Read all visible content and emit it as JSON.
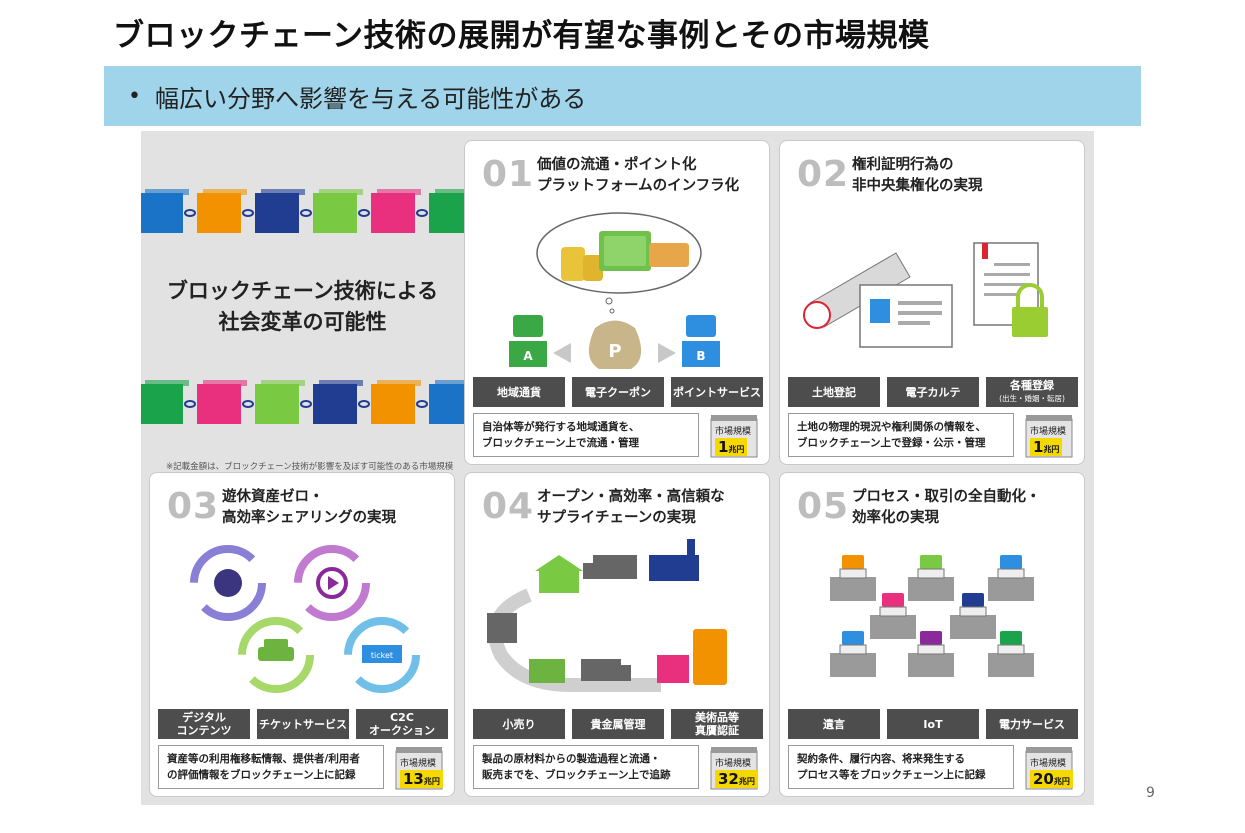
{
  "slide": {
    "title": "ブロックチェーン技術の展開が有望な事例とその市場規模",
    "subtitle_bullet": "•",
    "subtitle": "幅広い分野へ影響を与える可能性がある",
    "page_number": "9"
  },
  "intro": {
    "title_line1": "ブロックチェーン技術による",
    "title_line2": "社会変革の可能性",
    "footnote": "※記載金額は、ブロックチェーン技術が影響を及ぼす可能性のある市場規模",
    "chain_colors_top": [
      "#1a73c7",
      "#f39200",
      "#203d92",
      "#7ac943",
      "#e8307f",
      "#1aa34a"
    ],
    "chain_colors_bottom": [
      "#1aa34a",
      "#e8307f",
      "#7ac943",
      "#203d92",
      "#f39200",
      "#1a73c7"
    ]
  },
  "market_label": "市場規模",
  "market_unit": "兆円",
  "cards": [
    {
      "num": "01",
      "title_line1": "価値の流通・ポイント化",
      "title_line2": "プラットフォームのインフラ化",
      "tags": [
        {
          "label": "地域通貨",
          "sub": ""
        },
        {
          "label": "電子クーポン",
          "sub": ""
        },
        {
          "label": "ポイントサービス",
          "sub": ""
        }
      ],
      "desc_line1": "自治体等が発行する地域通貨を、",
      "desc_line2": "ブロックチェーン上で流通・管理",
      "market_value": "1",
      "art_labels": {
        "a": "A",
        "b": "B",
        "p": "P"
      }
    },
    {
      "num": "02",
      "title_line1": "権利証明行為の",
      "title_line2": "非中央集権化の実現",
      "tags": [
        {
          "label": "土地登記",
          "sub": ""
        },
        {
          "label": "電子カルテ",
          "sub": ""
        },
        {
          "label": "各種登録",
          "sub": "(出生・婚姻・転居)"
        }
      ],
      "desc_line1": "土地の物理的現況や権利関係の情報を、",
      "desc_line2": "ブロックチェーン上で登録・公示・管理",
      "market_value": "1"
    },
    {
      "num": "03",
      "title_line1": "遊休資産ゼロ・",
      "title_line2": "高効率シェアリングの実現",
      "tags": [
        {
          "label": "デジタル\nコンテンツ",
          "sub": ""
        },
        {
          "label": "チケットサービス",
          "sub": ""
        },
        {
          "label": "C2C\nオークション",
          "sub": ""
        }
      ],
      "desc_line1": "資産等の利用権移転情報、提供者/利用者",
      "desc_line2": "の評価情報をブロックチェーン上に記録",
      "market_value": "13",
      "art_labels": {
        "ticket": "ticket"
      }
    },
    {
      "num": "04",
      "title_line1": "オープン・高効率・高信頼な",
      "title_line2": "サプライチェーンの実現",
      "tags": [
        {
          "label": "小売り",
          "sub": ""
        },
        {
          "label": "貴金属管理",
          "sub": ""
        },
        {
          "label": "美術品等\n真贋認証",
          "sub": ""
        }
      ],
      "desc_line1": "製品の原材料からの製造過程と流通・",
      "desc_line2": "販売までを、ブロックチェーン上で追跡",
      "market_value": "32"
    },
    {
      "num": "05",
      "title_line1": "プロセス・取引の全自動化・",
      "title_line2": "効率化の実現",
      "tags": [
        {
          "label": "遺言",
          "sub": ""
        },
        {
          "label": "IoT",
          "sub": ""
        },
        {
          "label": "電力サービス",
          "sub": ""
        }
      ],
      "desc_line1": "契約条件、履行内容、将来発生する",
      "desc_line2": "プロセス等をブロックチェーン上に記録",
      "market_value": "20"
    }
  ]
}
